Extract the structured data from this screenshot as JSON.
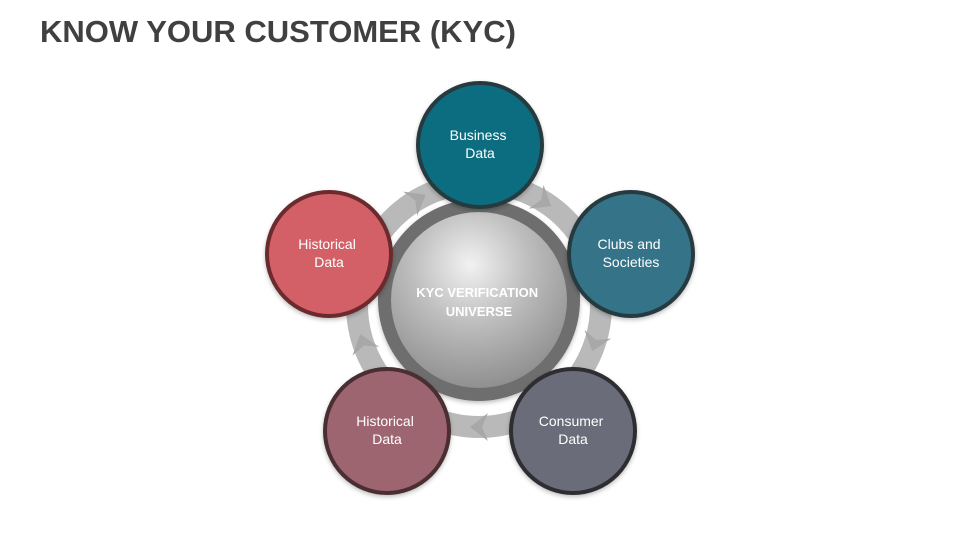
{
  "title": "KNOW YOUR CUSTOMER (KYC)",
  "hub": {
    "lines": [
      "KYC VERIFICATION",
      "UNIVERSE"
    ]
  },
  "nodes": [
    {
      "id": "business-data",
      "lines": [
        "Business",
        "Data"
      ],
      "fill": "#0F6D80",
      "stroke": "#283A3F"
    },
    {
      "id": "clubs-and-societies",
      "lines": [
        "Clubs and",
        "Societies"
      ],
      "fill": "#367389",
      "stroke": "#283A3F"
    },
    {
      "id": "consumer-data",
      "lines": [
        "Consumer",
        "Data"
      ],
      "fill": "#6A6C79",
      "stroke": "#2E2F33"
    },
    {
      "id": "historical-data-bottom",
      "lines": [
        "Historical",
        "Data"
      ],
      "fill": "#9D6570",
      "stroke": "#4A2E33"
    },
    {
      "id": "historical-data-left",
      "lines": [
        "Historical",
        "Data"
      ],
      "fill": "#D36066",
      "stroke": "#6B2A2E"
    }
  ],
  "colors": {
    "title": "#404040",
    "ring": "#B9B9B9",
    "hub_outer": "#6E6E6E"
  }
}
